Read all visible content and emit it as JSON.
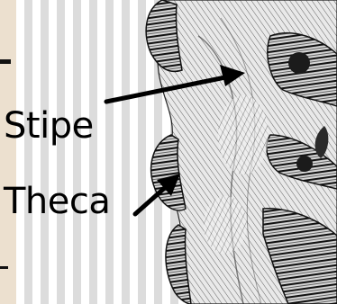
{
  "labels": {
    "stipe": "Stipe",
    "theca": "Theca"
  },
  "image": {
    "subject": "graptolite-fossil-photo"
  },
  "colors": {
    "side_panel": "#ece0cf",
    "stripe_light": "#ffffff",
    "stripe_dark": "#dcdcdc",
    "text": "#000000",
    "arrow": "#000000"
  }
}
